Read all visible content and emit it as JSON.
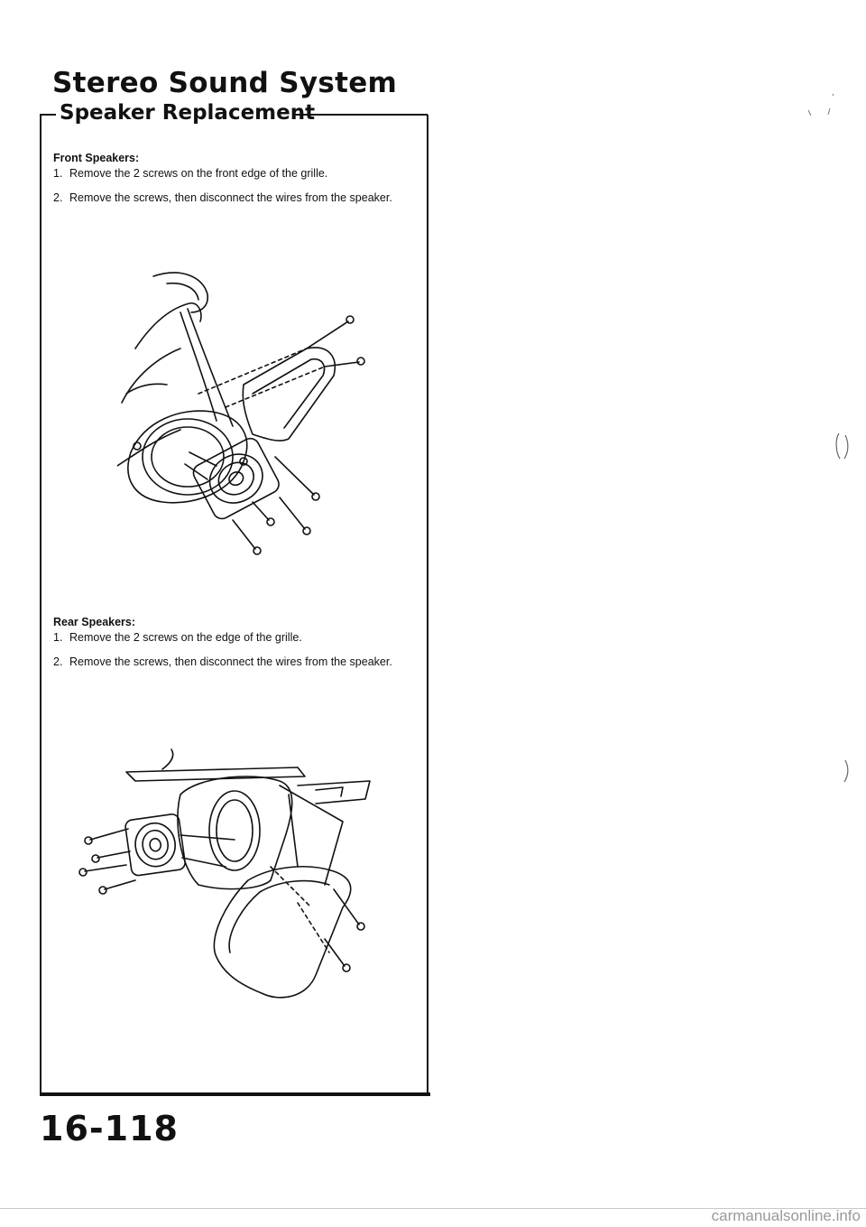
{
  "header": {
    "title": "Stereo Sound System",
    "subtitle": "Speaker Replacement"
  },
  "front_speakers": {
    "heading": "Front Speakers:",
    "steps": [
      {
        "num": "1.",
        "text": "Remove the 2 screws on the front edge of the grille."
      },
      {
        "num": "2.",
        "text": "Remove the screws, then disconnect the wires from the speaker."
      }
    ]
  },
  "rear_speakers": {
    "heading": "Rear Speakers:",
    "steps": [
      {
        "num": "1.",
        "text": "Remove the 2 screws on the edge of the grille."
      },
      {
        "num": "2.",
        "text": "Remove the screws, then disconnect the wires from the speaker."
      }
    ]
  },
  "footer": {
    "page_number": "16-118"
  },
  "watermark": "carmanualsonline.info"
}
